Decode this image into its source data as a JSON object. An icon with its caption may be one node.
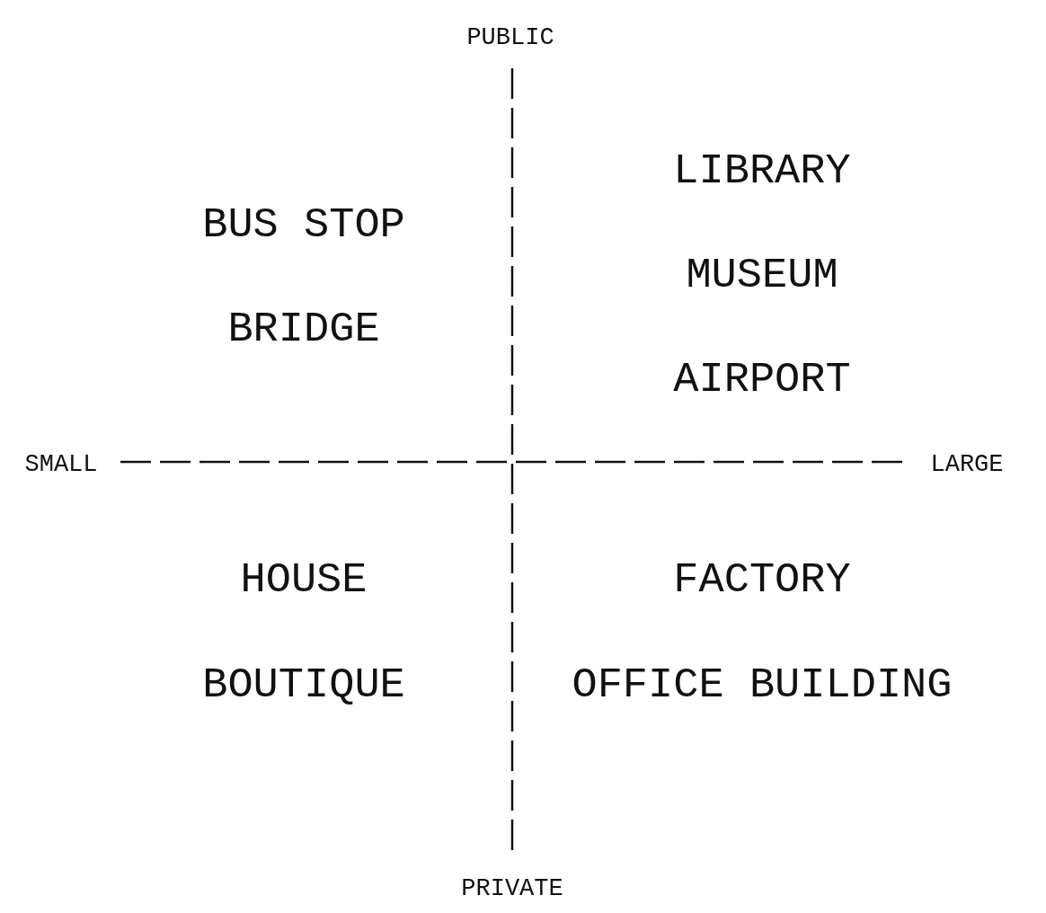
{
  "diagram": {
    "labels": [
      "PUBLIC",
      "LIBRARY",
      "BUS STOP",
      "MUSEUM",
      "BRIDGE",
      "AIRPORT",
      "SMALL",
      "LARGE",
      "FACTORY",
      "HOUSE",
      "BOUTIQUE",
      "OFFICE BUILDING",
      "PRIVATE"
    ]
  }
}
